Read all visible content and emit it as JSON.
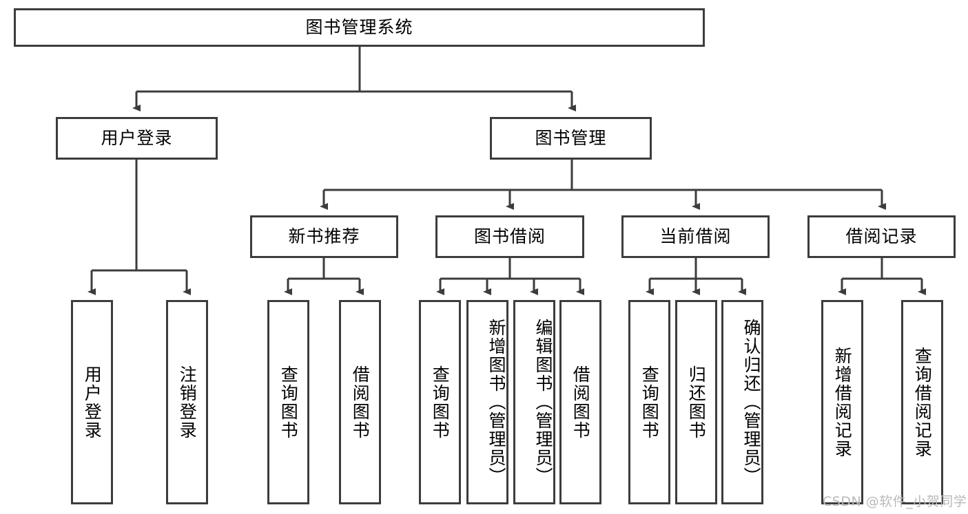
{
  "diagram": {
    "title": "图书管理系统",
    "watermark": "CSDN @软件_小贺同学",
    "style": {
      "box_border_color": "#3c3c3c",
      "line_color": "#3c3c3c",
      "background": "#ffffff",
      "text_color": "#000000",
      "watermark_color": "#b9b9b9"
    },
    "root": {
      "label": "图书管理系统"
    },
    "level2": [
      {
        "label": "用户登录"
      },
      {
        "label": "图书管理"
      }
    ],
    "level3": [
      {
        "label": "新书推荐"
      },
      {
        "label": "图书借阅"
      },
      {
        "label": "当前借阅"
      },
      {
        "label": "借阅记录"
      }
    ],
    "leaves": {
      "user_login": [
        {
          "label": "用户登录"
        },
        {
          "label": "注销登录"
        }
      ],
      "new_book": [
        {
          "label": "查询图书"
        },
        {
          "label": "借阅图书"
        }
      ],
      "book_borrow": [
        {
          "label": "查询图书"
        },
        {
          "label": "新增图书（管理员）"
        },
        {
          "label": "编辑图书（管理员）"
        },
        {
          "label": "借阅图书"
        }
      ],
      "current_borrow": [
        {
          "label": "查询图书"
        },
        {
          "label": "归还图书"
        },
        {
          "label": "确认归还（管理员）"
        }
      ],
      "borrow_record": [
        {
          "label": "新增借阅记录"
        },
        {
          "label": "查询借阅记录"
        }
      ]
    }
  }
}
